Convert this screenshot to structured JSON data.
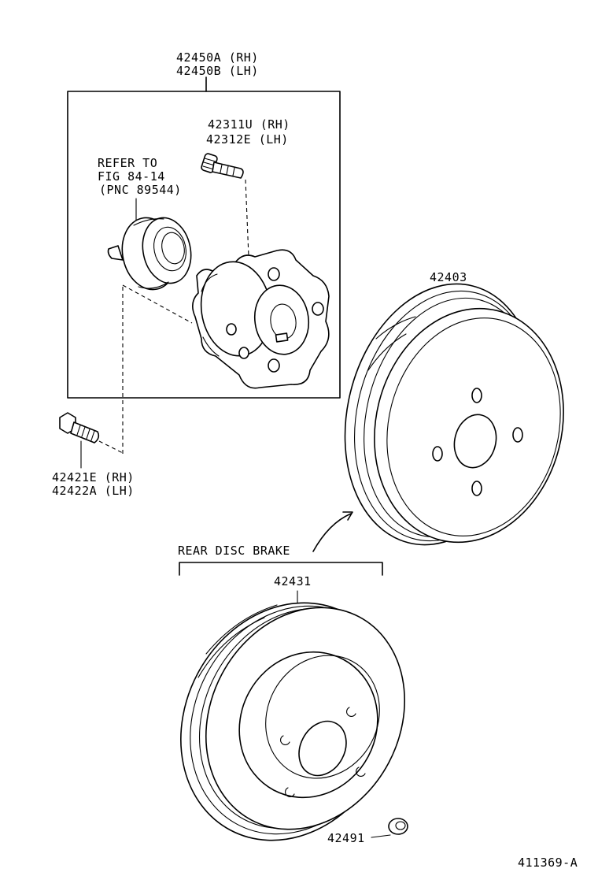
{
  "diagram": {
    "parts": [
      {
        "id": "hub_assembly",
        "line1": "42450A (RH)",
        "line2": "42450B (LH)"
      },
      {
        "id": "hub_bolt",
        "line1": "42311U (RH)",
        "line2": "42312E (LH)"
      },
      {
        "id": "bearing_ref",
        "line1": "REFER TO",
        "line2": "FIG 84-14",
        "line3": "(PNC 89544)"
      },
      {
        "id": "brake_drum",
        "line1": "42403"
      },
      {
        "id": "mount_bolt",
        "line1": "42421E (RH)",
        "line2": "42422A (LH)"
      },
      {
        "id": "disc_rotor",
        "line1": "42431"
      },
      {
        "id": "plug",
        "line1": "42491"
      }
    ],
    "section_label": "REAR DISC BRAKE",
    "figure_code": "411369-A"
  }
}
